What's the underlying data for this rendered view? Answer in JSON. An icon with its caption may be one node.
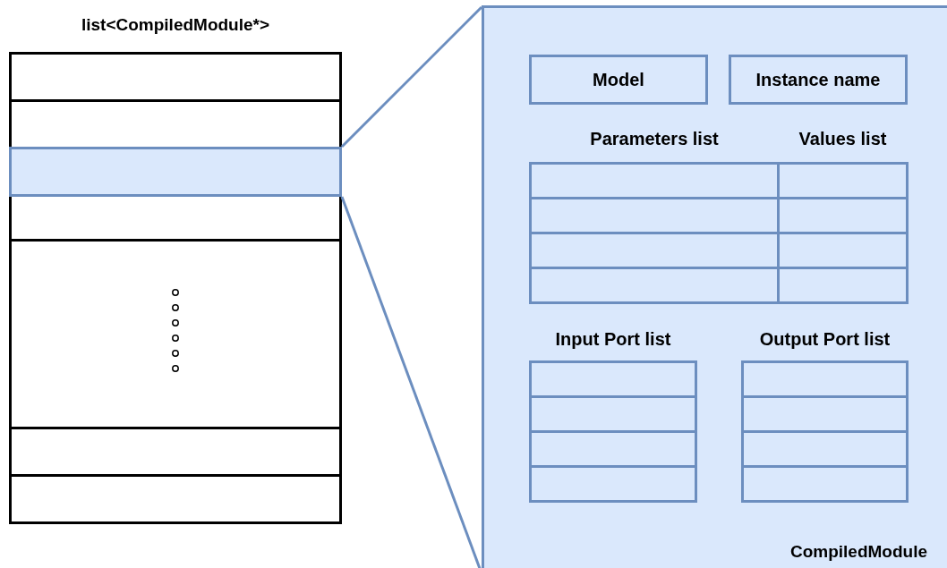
{
  "diagram": {
    "nodes": [
      {
        "text": [
          "list<CompiledModule*>"
        ]
      },
      {
        "text": [],
        "shape": "box",
        "in": 0
      },
      {
        "text": [],
        "shape": "box",
        "in": 0
      },
      {
        "text": [],
        "shape": "box",
        "in": 0
      },
      {
        "text": [],
        "shape": "box",
        "in": 0
      },
      {
        "text": [],
        "shape": "box",
        "in": 0
      },
      {
        "text": [],
        "shape": "box",
        "in": 0
      },
      {
        "text": [],
        "shape": "box",
        "in": 0
      },
      {
        "text": [
          "CompiledModule"
        ]
      },
      {
        "text": [
          "Model"
        ],
        "in": 8
      },
      {
        "text": [
          "Instance name"
        ],
        "in": 8
      },
      {
        "text": [
          "Parameters list"
        ],
        "in": 8
      },
      {
        "text": [],
        "shape": "box",
        "in": 11
      },
      {
        "text": [],
        "shape": "box",
        "in": 11
      },
      {
        "text": [],
        "shape": "box",
        "in": 11
      },
      {
        "text": [],
        "shape": "box",
        "in": 11
      },
      {
        "text": [
          "Values list"
        ],
        "in": 8
      },
      {
        "text": [],
        "shape": "box",
        "in": 16
      },
      {
        "text": [],
        "shape": "box",
        "in": 16
      },
      {
        "text": [],
        "shape": "box",
        "in": 16
      },
      {
        "text": [],
        "shape": "box",
        "in": 16
      },
      {
        "text": [
          "Input Port list"
        ],
        "in": 8
      },
      {
        "text": [],
        "shape": "box",
        "in": 21
      },
      {
        "text": [],
        "shape": "box",
        "in": 21
      },
      {
        "text": [],
        "shape": "box",
        "in": 21
      },
      {
        "text": [],
        "shape": "box",
        "in": 21
      },
      {
        "text": [
          "Output Port list"
        ],
        "in": 8
      },
      {
        "text": [],
        "shape": "box",
        "in": 26
      },
      {
        "text": [],
        "shape": "box",
        "in": 26
      },
      {
        "text": [],
        "shape": "box",
        "in": 26
      },
      {
        "text": [],
        "shape": "box",
        "in": 26
      }
    ],
    "edges": [
      {
        "from": 3,
        "to": 8,
        "arrow": "none"
      },
      {
        "from": 3,
        "to": 8,
        "arrow": "none"
      }
    ]
  }
}
